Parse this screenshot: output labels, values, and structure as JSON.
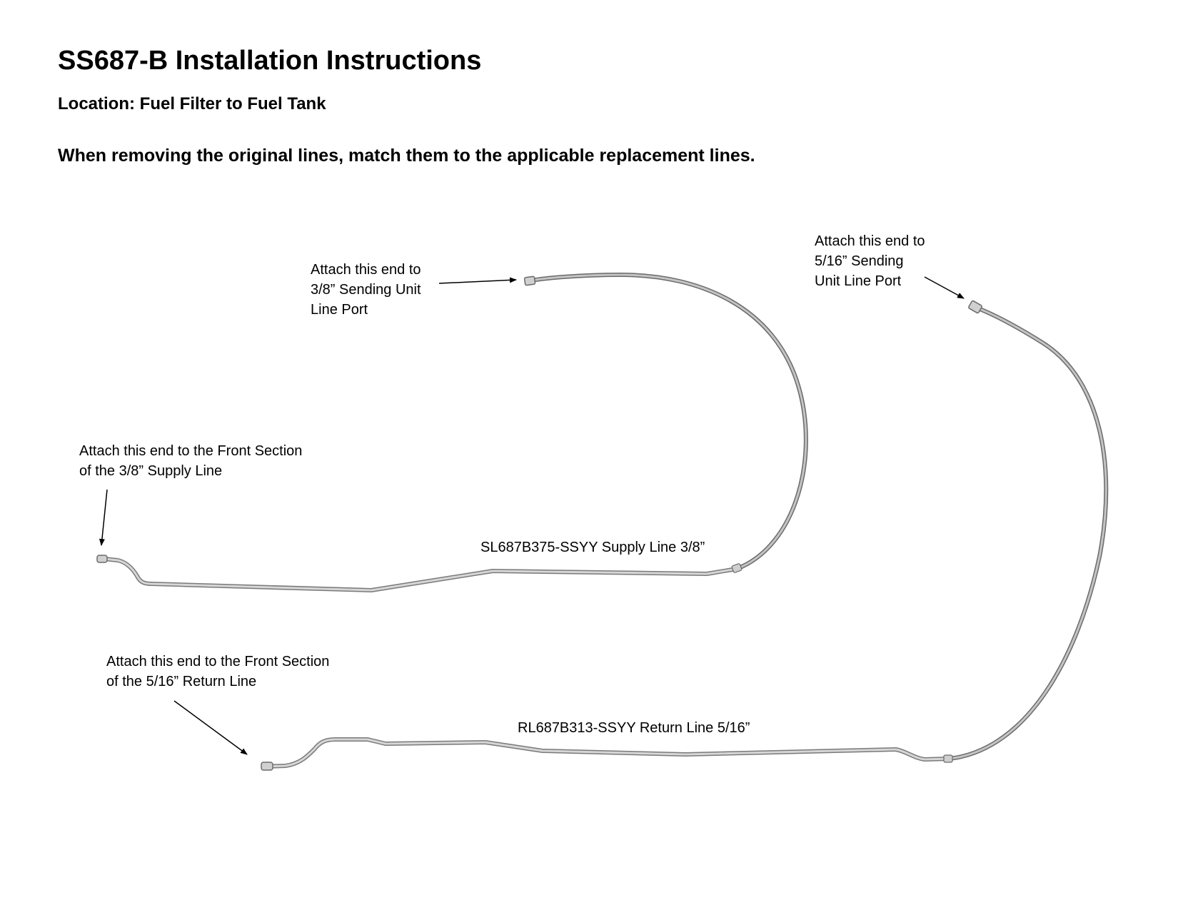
{
  "header": {
    "title": "SS687-B Installation Instructions",
    "location": "Location: Fuel Filter to Fuel Tank",
    "instruction": "When removing the original lines, match them to the applicable replacement lines."
  },
  "callouts": {
    "supply_tank_end": {
      "lines": [
        "Attach this end to",
        "3/8” Sending Unit",
        "Line Port"
      ]
    },
    "return_tank_end": {
      "lines": [
        "Attach this end to",
        "5/16” Sending",
        "Unit Line Port"
      ]
    },
    "supply_front_end": {
      "lines": [
        "Attach this end to the Front Section",
        "of the 3/8” Supply Line"
      ]
    },
    "return_front_end": {
      "lines": [
        "Attach this end to the Front Section",
        "of the 5/16” Return Line"
      ]
    }
  },
  "parts": {
    "supply_line": "SL687B375-SSYY Supply Line 3/8”",
    "return_line": "RL687B313-SSYY Return Line 5/16”"
  },
  "colors": {
    "tube_outline": "#7a7a7a",
    "tube_fill": "#d6d6d6",
    "braid_outline": "#6a6a6a",
    "braid_fill": "#c4c4c4",
    "arrow": "#000000"
  }
}
